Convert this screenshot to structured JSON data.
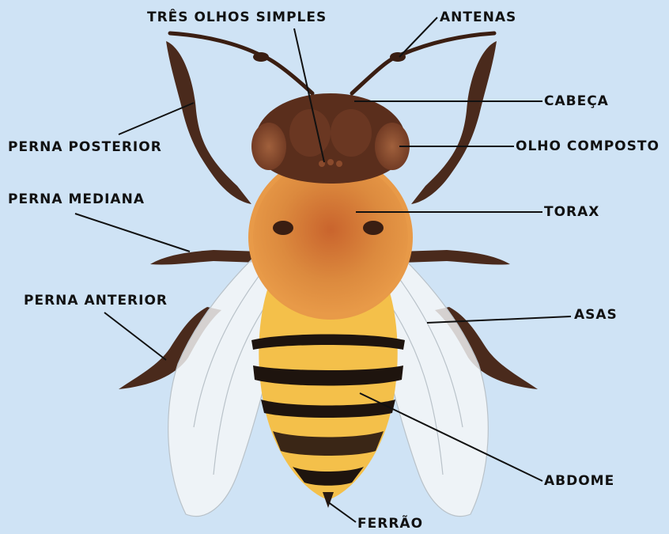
{
  "labels": {
    "tres_olhos": "TRÊS OLHOS SIMPLES",
    "antenas": "ANTENAS",
    "cabeca": "CABEÇA",
    "olho_composto": "OLHO COMPOSTO",
    "torax": "TORAX",
    "perna_posterior": "PERNA POSTERIOR",
    "perna_mediana": "PERNA MEDIANA",
    "perna_anterior": "PERNA ANTERIOR",
    "asas": "ASAS",
    "abdome": "ABDOME",
    "ferrao": "FERRÃO"
  },
  "colors": {
    "background": "#cfe3f5",
    "head": "#5a2e1c",
    "thorax": "#d9803a",
    "abdomen_yellow": "#f4c04a",
    "abdomen_band": "#1e140e",
    "legs": "#4a2a1c",
    "wing": "#f4f6f8"
  }
}
